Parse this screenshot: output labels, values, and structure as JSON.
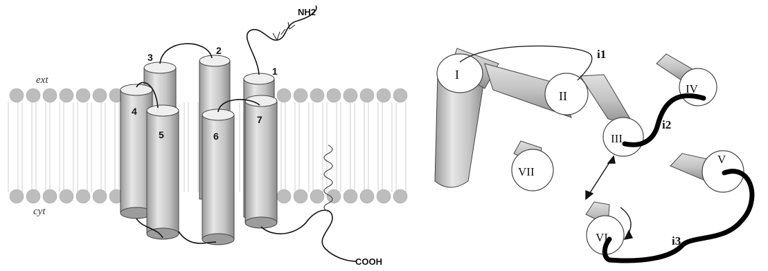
{
  "left_panel": {
    "n_terminus": "NH2",
    "c_terminus": "COOH",
    "extracellular_label": "ext",
    "intracellular_label": "cyt",
    "helix_numbers": [
      "1",
      "2",
      "3",
      "4",
      "5",
      "6",
      "7"
    ]
  },
  "right_panel": {
    "helix_numerals": [
      "I",
      "II",
      "III",
      "IV",
      "V",
      "VI",
      "VII"
    ],
    "loop_labels": [
      "i1",
      "i2",
      "i3"
    ]
  },
  "colors": {
    "helix_fill": "#c8c8c8",
    "helix_cap": "#efefef",
    "membrane_head": "#bdbdbd",
    "loop_stroke": "#111111"
  }
}
